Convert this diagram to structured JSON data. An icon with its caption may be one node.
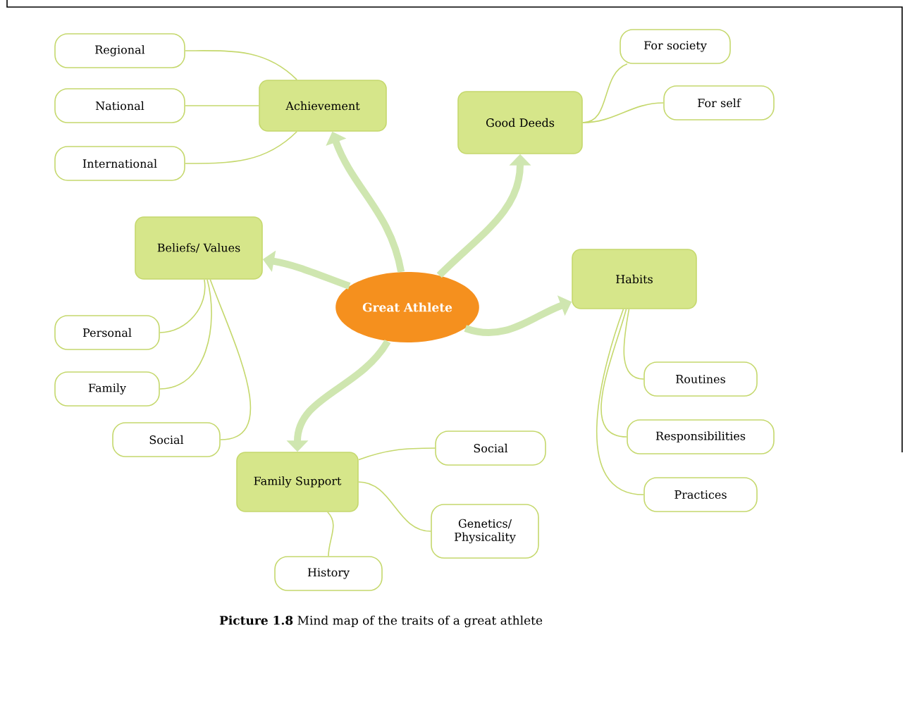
{
  "diagram": {
    "caption": "**Picture 1.8** Mind map of the traits of a great athlete",
    "nodes": [
      {
        "text": [
          "Great Athlete"
        ]
      },
      {
        "text": [
          "Achievement"
        ]
      },
      {
        "text": [
          "Regional"
        ]
      },
      {
        "text": [
          "National"
        ]
      },
      {
        "text": [
          "International"
        ]
      },
      {
        "text": [
          "Good Deeds"
        ]
      },
      {
        "text": [
          "For society"
        ]
      },
      {
        "text": [
          "For self"
        ]
      },
      {
        "text": [
          "Beliefs/ Values"
        ]
      },
      {
        "text": [
          "Personal"
        ]
      },
      {
        "text": [
          "Family"
        ]
      },
      {
        "text": [
          "Social"
        ]
      },
      {
        "text": [
          "Habits"
        ]
      },
      {
        "text": [
          "Routines"
        ]
      },
      {
        "text": [
          "Responsibilities"
        ]
      },
      {
        "text": [
          "Practices"
        ]
      },
      {
        "text": [
          "Family Support"
        ]
      },
      {
        "text": [
          "Social"
        ]
      },
      {
        "text": [
          "Genetics/ Physicality"
        ]
      },
      {
        "text": [
          "History"
        ]
      }
    ],
    "edges": [
      {
        "from": 0,
        "to": 1,
        "arrow": "to",
        "style": "thick",
        "color": "#cfe6b0"
      },
      {
        "from": 0,
        "to": 5,
        "arrow": "to",
        "style": "thick",
        "color": "#cfe6b0"
      },
      {
        "from": 0,
        "to": 8,
        "arrow": "to",
        "style": "thick",
        "color": "#cfe6b0"
      },
      {
        "from": 0,
        "to": 12,
        "arrow": "to",
        "style": "thick",
        "color": "#cfe6b0"
      },
      {
        "from": 0,
        "to": 16,
        "arrow": "to",
        "style": "thick",
        "color": "#cfe6b0"
      },
      {
        "from": 1,
        "to": 2,
        "arrow": "none"
      },
      {
        "from": 1,
        "to": 3,
        "arrow": "none"
      },
      {
        "from": 1,
        "to": 4,
        "arrow": "none"
      },
      {
        "from": 5,
        "to": 6,
        "arrow": "none"
      },
      {
        "from": 5,
        "to": 7,
        "arrow": "none"
      },
      {
        "from": 8,
        "to": 9,
        "arrow": "none"
      },
      {
        "from": 8,
        "to": 10,
        "arrow": "none"
      },
      {
        "from": 8,
        "to": 11,
        "arrow": "none"
      },
      {
        "from": 12,
        "to": 13,
        "arrow": "none"
      },
      {
        "from": 12,
        "to": 14,
        "arrow": "none"
      },
      {
        "from": 12,
        "to": 15,
        "arrow": "none"
      },
      {
        "from": 16,
        "to": 17,
        "arrow": "none"
      },
      {
        "from": 16,
        "to": 18,
        "arrow": "none"
      },
      {
        "from": 16,
        "to": 19,
        "arrow": "none"
      }
    ]
  }
}
